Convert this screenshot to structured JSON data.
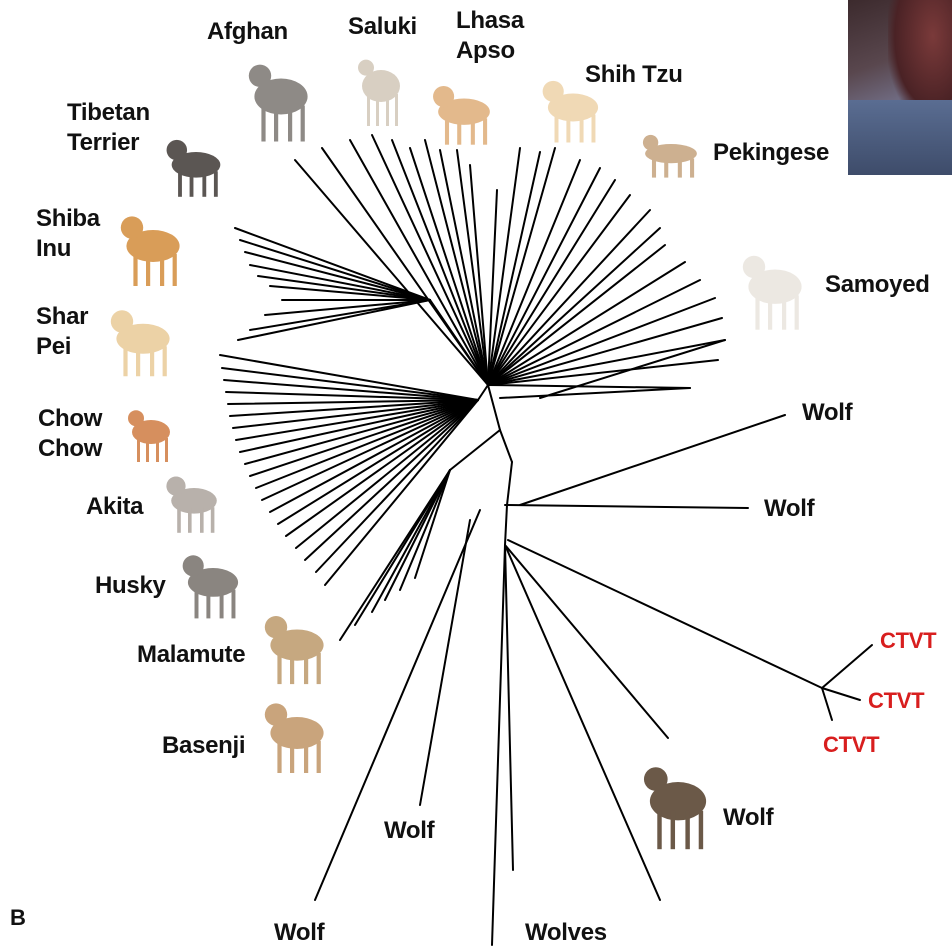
{
  "panel_label": "B",
  "labels": {
    "afghan": "Afghan",
    "saluki": "Saluki",
    "lhasa_line1": "Lhasa",
    "lhasa_line2": "Apso",
    "shihtzu": "Shih Tzu",
    "pekingese": "Pekingese",
    "tibetan_line1": "Tibetan",
    "tibetan_line2": "Terrier",
    "shiba_line1": "Shiba",
    "shiba_line2": "Inu",
    "sharpei_line1": "Shar",
    "sharpei_line2": "Pei",
    "chow_line1": "Chow",
    "chow_line2": "Chow",
    "akita": "Akita",
    "husky": "Husky",
    "malamute": "Malamute",
    "basenji": "Basenji",
    "samoyed": "Samoyed",
    "wolf_upper_right": "Wolf",
    "wolf_mid_right": "Wolf",
    "wolf_lower_right": "Wolf",
    "wolf_bottom_center": "Wolf",
    "wolf_bottom_left": "Wolf",
    "wolves": "Wolves",
    "ctvt_1": "CTVT",
    "ctvt_2": "CTVT",
    "ctvt_3": "CTVT"
  },
  "colors": {
    "branch": "#000000",
    "label": "#111111",
    "ctvt": "#d81e1e"
  }
}
